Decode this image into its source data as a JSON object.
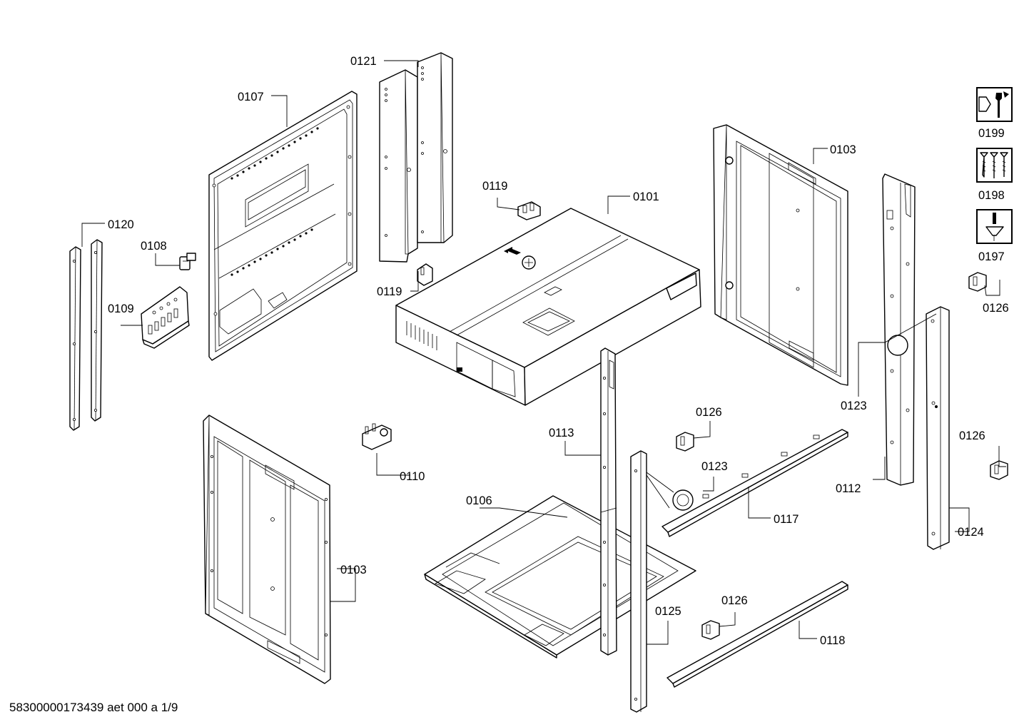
{
  "document": {
    "id_text": "58300000173439 aet 000 a 1/9"
  },
  "parts": [
    {
      "key": "p0121",
      "label": "0121"
    },
    {
      "key": "p0107",
      "label": "0107"
    },
    {
      "key": "p0119a",
      "label": "0119"
    },
    {
      "key": "p0101",
      "label": "0101"
    },
    {
      "key": "p0103a",
      "label": "0103"
    },
    {
      "key": "p0199",
      "label": "0199"
    },
    {
      "key": "p0198",
      "label": "0198"
    },
    {
      "key": "p0197",
      "label": "0197"
    },
    {
      "key": "p0120",
      "label": "0120"
    },
    {
      "key": "p0108",
      "label": "0108"
    },
    {
      "key": "p0109",
      "label": "0109"
    },
    {
      "key": "p0119b",
      "label": "0119"
    },
    {
      "key": "p0126a",
      "label": "0126"
    },
    {
      "key": "p0123a",
      "label": "0123"
    },
    {
      "key": "p0126b",
      "label": "0126"
    },
    {
      "key": "p0113",
      "label": "0113"
    },
    {
      "key": "p0110",
      "label": "0110"
    },
    {
      "key": "p0126c",
      "label": "0126"
    },
    {
      "key": "p0123b",
      "label": "0123"
    },
    {
      "key": "p0112",
      "label": "0112"
    },
    {
      "key": "p0106",
      "label": "0106"
    },
    {
      "key": "p0117",
      "label": "0117"
    },
    {
      "key": "p0124",
      "label": "0124"
    },
    {
      "key": "p0103b",
      "label": "0103"
    },
    {
      "key": "p0126d",
      "label": "0126"
    },
    {
      "key": "p0125",
      "label": "0125"
    },
    {
      "key": "p0118",
      "label": "0118"
    }
  ],
  "icons": {
    "p0199": "wrench-nut-icon",
    "p0198": "screws-icon",
    "p0197": "screwdriver-icon"
  }
}
